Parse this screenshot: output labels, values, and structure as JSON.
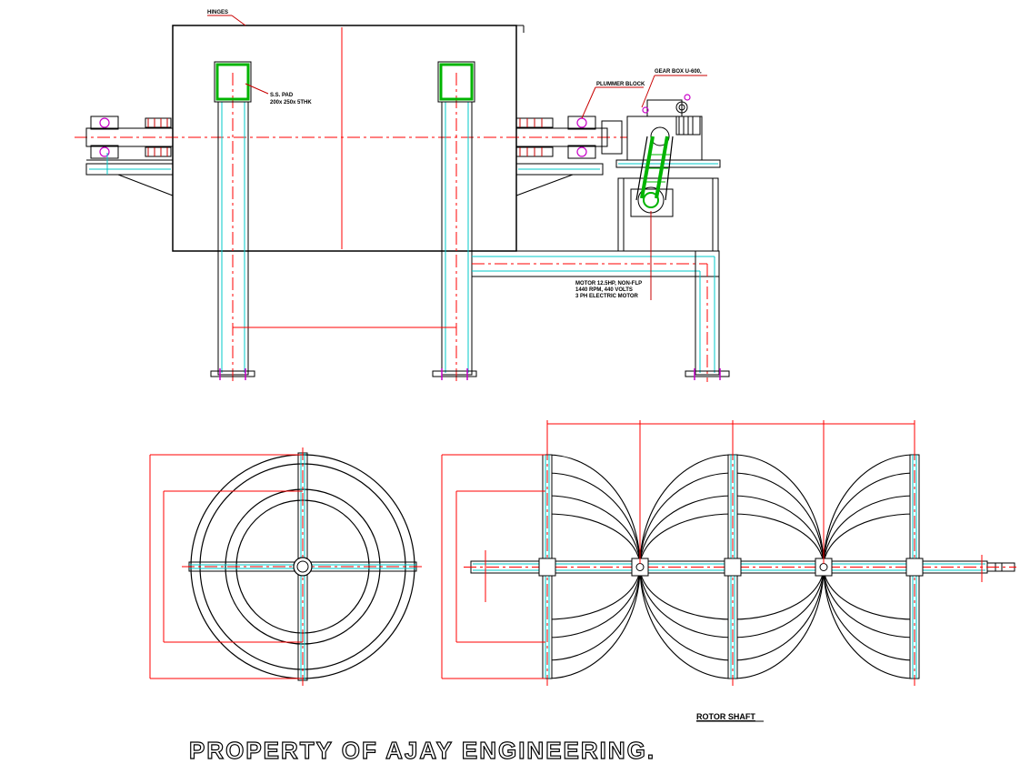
{
  "labels": {
    "hinges": "HINGES",
    "ss_pad_line1": "S.S. PAD",
    "ss_pad_line2": "200x 250x 5THK",
    "plummer_block": "PLUMMER BLOCK",
    "gear_box": "GEAR BOX U-600,",
    "motor_line1": "MOTOR 12.5HP, NON-FLP",
    "motor_line2": "1440 RPM, 440 VOLTS",
    "motor_line3": "3 PH ELECTRIC MOTOR",
    "rotor_shaft": "ROTOR SHAFT"
  },
  "watermark": "PROPERTY OF AJAY ENGINEERING.",
  "colors": {
    "outline": "#000000",
    "centerline": "#ff0000",
    "member": "#00c8c8",
    "pad": "#00b400",
    "bolt": "#c800c8"
  }
}
